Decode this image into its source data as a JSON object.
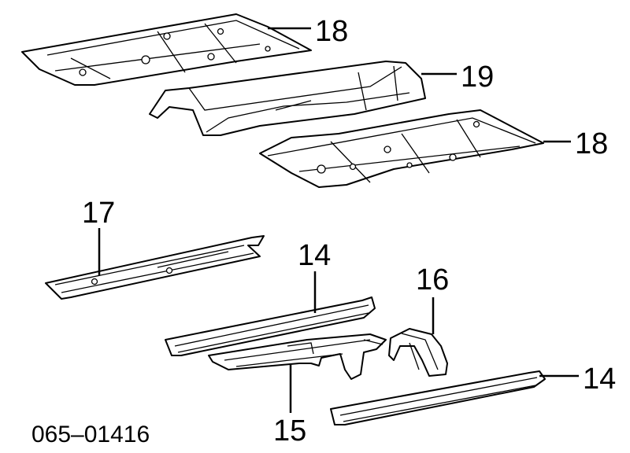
{
  "diagram": {
    "callouts": {
      "floor_pan_front_top": "18",
      "floor_tunnel": "19",
      "floor_pan_right": "18",
      "crossmember": "17",
      "side_sill_upper": "14",
      "bracket": "16",
      "side_member": "15",
      "side_sill_lower": "14"
    },
    "diagram_code": "065–01416"
  }
}
